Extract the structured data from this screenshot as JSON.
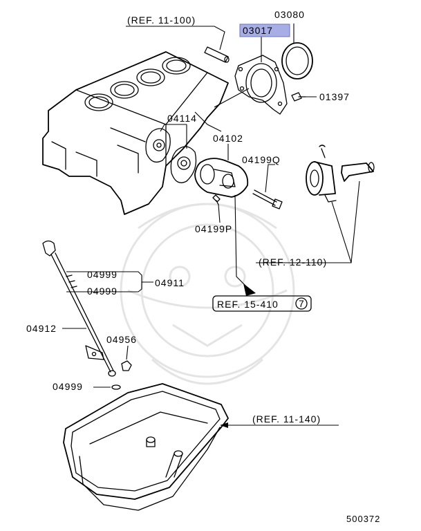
{
  "parts": {
    "p03080": "03080",
    "p03017": "03017",
    "p01397": "01397",
    "p04114": "04114",
    "p04102": "04102",
    "p04199Q": "04199Q",
    "p04199P": "04199P",
    "p04999a": "04999",
    "p04999b": "04999",
    "p04911": "04911",
    "p04912": "04912",
    "p04956": "04956",
    "p04999c": "04999"
  },
  "refs": {
    "r11_100": "(REF. 11-100)",
    "r12_110": "(REF. 12-110)",
    "r15_410": "REF. 15-410",
    "r15_410_circle": "7",
    "r11_140": "(REF. 11-140)"
  },
  "highlight_color": "#a7aee6",
  "diagram_id": "500372"
}
